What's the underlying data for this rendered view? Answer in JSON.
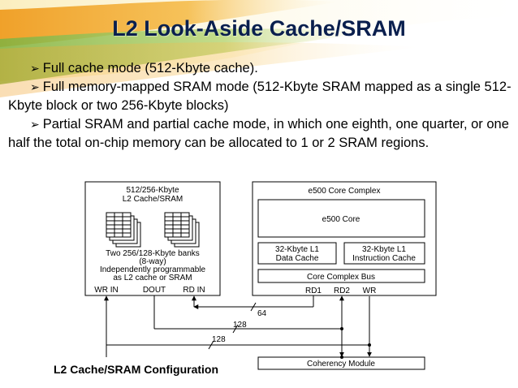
{
  "slide": {
    "title": "L2 Look-Aside Cache/SRAM",
    "bullets": [
      {
        "marker": "➢",
        "text": "Full cache mode (512-Kbyte cache)."
      },
      {
        "marker": "➢",
        "text": "Full memory-mapped SRAM mode (512-Kbyte SRAM mapped as a single 512-Kbyte block or two 256-Kbyte blocks)"
      },
      {
        "marker": "➢",
        "text": "Partial SRAM and partial cache mode, in which one eighth, one quarter, or one half the total on-chip memory can be allocated to 1 or 2 SRAM regions."
      }
    ],
    "caption": "L2 Cache/SRAM Configuration"
  },
  "diagram": {
    "l2_box": {
      "title_line1": "512/256-Kbyte",
      "title_line2": "L2 Cache/SRAM",
      "desc_line1": "Two 256/128-Kbyte banks",
      "desc_line2": "(8-way)",
      "desc_line3": "Independently programmable",
      "desc_line4": "as L2 cache or SRAM",
      "port_wr_in": "WR IN",
      "port_dout": "DOUT",
      "port_rd_in": "RD IN"
    },
    "core_complex": {
      "title": "e500 Core Complex",
      "core": "e500 Core",
      "l1_data_line1": "32-Kbyte L1",
      "l1_data_line2": "Data Cache",
      "l1_instr_line1": "32-Kbyte L1",
      "l1_instr_line2": "Instruction Cache",
      "bus": "Core Complex Bus",
      "port_rd1": "RD1",
      "port_rd2": "RD2",
      "port_wr": "WR"
    },
    "bus_widths": {
      "w64": "64",
      "w128a": "128",
      "w128b": "128"
    },
    "coherency_module": "Coherency Module"
  },
  "colors": {
    "title": "#0a1f4e",
    "swoosh_orange": "#f0a12a",
    "swoosh_green": "#7fb241",
    "swoosh_yellow": "#f7e08a"
  }
}
